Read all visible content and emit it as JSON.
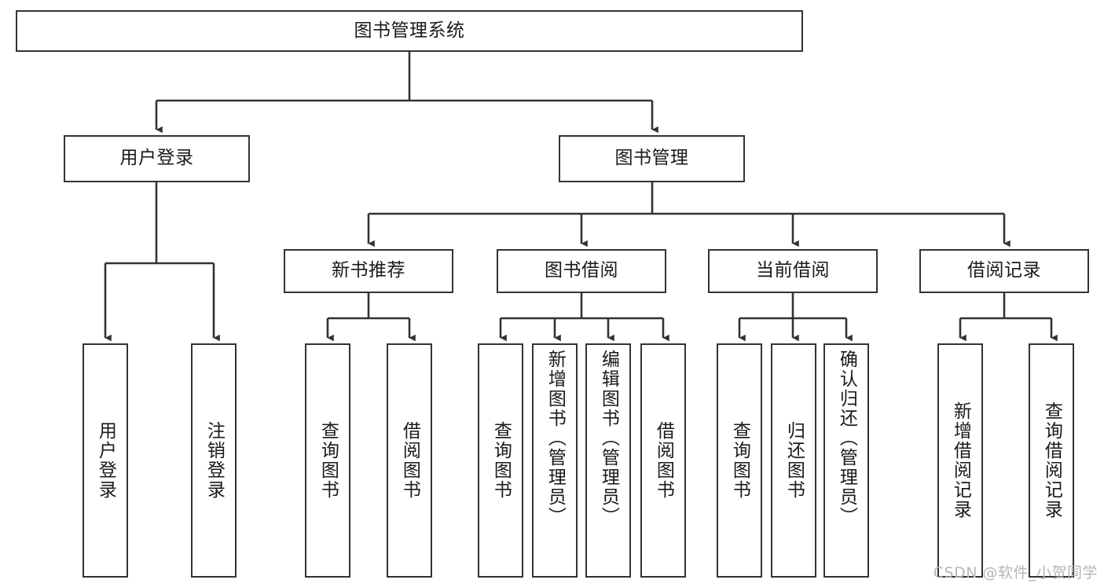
{
  "diagram": {
    "type": "tree-hierarchy-chart",
    "title_node": {
      "label": "图书管理系统",
      "orientation": "horizontal"
    },
    "level2": [
      {
        "label": "用户登录",
        "orientation": "horizontal"
      },
      {
        "label": "图书管理",
        "orientation": "horizontal"
      }
    ],
    "level3": [
      {
        "label": "新书推荐",
        "orientation": "horizontal"
      },
      {
        "label": "图书借阅",
        "orientation": "horizontal"
      },
      {
        "label": "当前借阅",
        "orientation": "horizontal"
      },
      {
        "label": "借阅记录",
        "orientation": "horizontal"
      }
    ],
    "leaves": {
      "user_login": [
        {
          "label": "用户登录",
          "orientation": "vertical"
        },
        {
          "label": "注销登录",
          "orientation": "vertical"
        }
      ],
      "new_book_recommend": [
        {
          "label": "查询图书",
          "orientation": "vertical"
        },
        {
          "label": "借阅图书",
          "orientation": "vertical"
        }
      ],
      "book_borrow": [
        {
          "label": "查询图书",
          "orientation": "vertical"
        },
        {
          "label": "新增图书（管理员）",
          "orientation": "vertical"
        },
        {
          "label": "编辑图书（管理员）",
          "orientation": "vertical"
        },
        {
          "label": "借阅图书",
          "orientation": "vertical"
        }
      ],
      "current_borrow": [
        {
          "label": "查询图书",
          "orientation": "vertical"
        },
        {
          "label": "归还图书",
          "orientation": "vertical"
        },
        {
          "label": "确认归还（管理员）",
          "orientation": "vertical"
        }
      ],
      "borrow_record": [
        {
          "label": "新增借阅记录",
          "orientation": "vertical"
        },
        {
          "label": "查询借阅记录",
          "orientation": "vertical"
        }
      ]
    }
  },
  "watermark": {
    "text": "CSDN @软件_小贺同学"
  },
  "colors": {
    "box_border": "#333333",
    "box_fill": "#ffffff",
    "connector": "#333333",
    "text": "#1a1a1a",
    "watermark": "#b6b6b6",
    "page_background": "#ffffff"
  }
}
